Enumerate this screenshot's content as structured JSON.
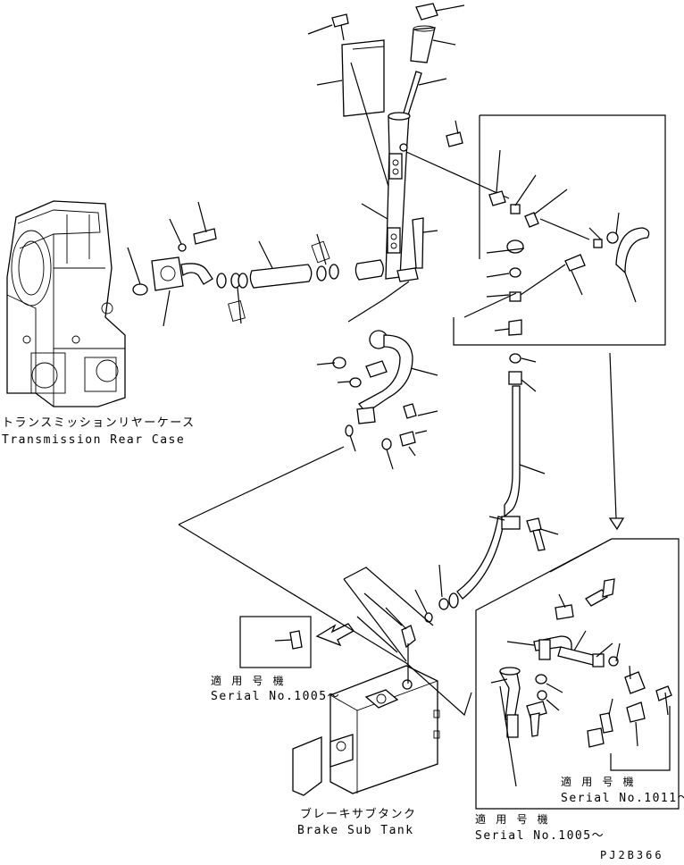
{
  "labels": {
    "transmission_jp": "トランスミッションリヤーケース",
    "transmission_en": "Transmission Rear Case",
    "brake_jp": "ブレーキサブタンク",
    "brake_en": "Brake Sub Tank",
    "serial_left_jp": "適 用 号 機",
    "serial_left_en": "Serial No.1005～",
    "serial_inner_jp": "適 用 号 機",
    "serial_inner_en": "Serial No.1011～",
    "serial_right_jp": "適 用 号 機",
    "serial_right_en": "Serial No.1005～",
    "drawing_code": "PJ2B366"
  }
}
